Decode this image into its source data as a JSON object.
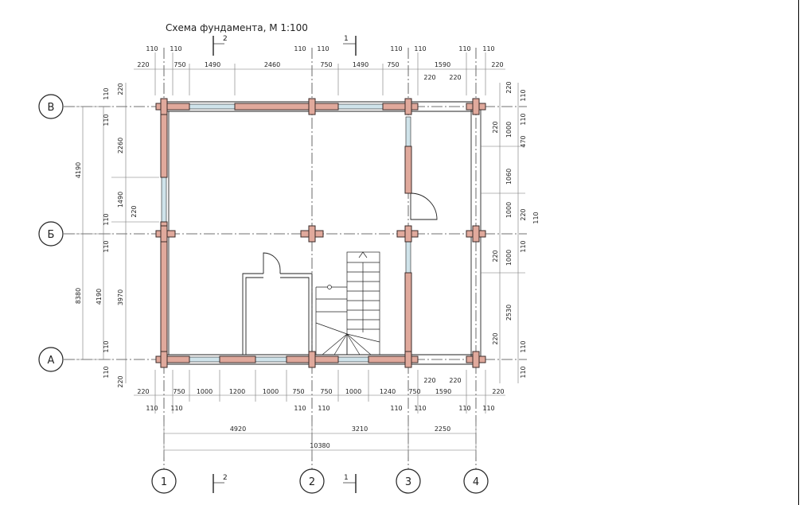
{
  "title": "Схема фундамента, М 1:100",
  "colors": {
    "beam": "#e0a99c",
    "beam_stroke": "#3a2a28",
    "line": "#222222",
    "window": "#9ec3cf"
  },
  "axes": {
    "vertical": [
      "1",
      "2",
      "3",
      "4"
    ],
    "horizontal": [
      "В",
      "Б",
      "А"
    ]
  },
  "sections": {
    "top_left": "2",
    "top_right": "1",
    "bottom_left": "2",
    "bottom_right": "1"
  },
  "dims": {
    "top_small": [
      "110",
      "110",
      "110",
      "110",
      "110",
      "110",
      "110",
      "110"
    ],
    "top_row": [
      "220",
      "750",
      "1490",
      "2460",
      "750",
      "1490",
      "750",
      "1590",
      "220"
    ],
    "top_sub": [
      "220",
      "220"
    ],
    "bottom_row": [
      "220",
      "750",
      "1000",
      "1200",
      "1000",
      "750",
      "750",
      "1000",
      "1240",
      "750",
      "1590",
      "220"
    ],
    "bottom_top": [
      "220",
      "220"
    ],
    "bottom_small": [
      "110",
      "110",
      "110",
      "110",
      "110",
      "110",
      "110",
      "110"
    ],
    "spans": [
      "4920",
      "3210",
      "2250"
    ],
    "total": "10380",
    "left_outer": [
      "4190",
      "4190"
    ],
    "left_total": "8380",
    "left_mid": [
      "2260",
      "1490",
      "3970"
    ],
    "left_small": [
      "220",
      "110",
      "110",
      "110",
      "110",
      "110",
      "110",
      "220",
      "220"
    ],
    "right_a": [
      "220",
      "1000",
      "470",
      "1060",
      "1000",
      "220",
      "1000",
      "2530",
      "220"
    ],
    "right_b": [
      "110",
      "110",
      "110",
      "110",
      "110",
      "110"
    ],
    "right_c": [
      "220",
      "220"
    ]
  }
}
